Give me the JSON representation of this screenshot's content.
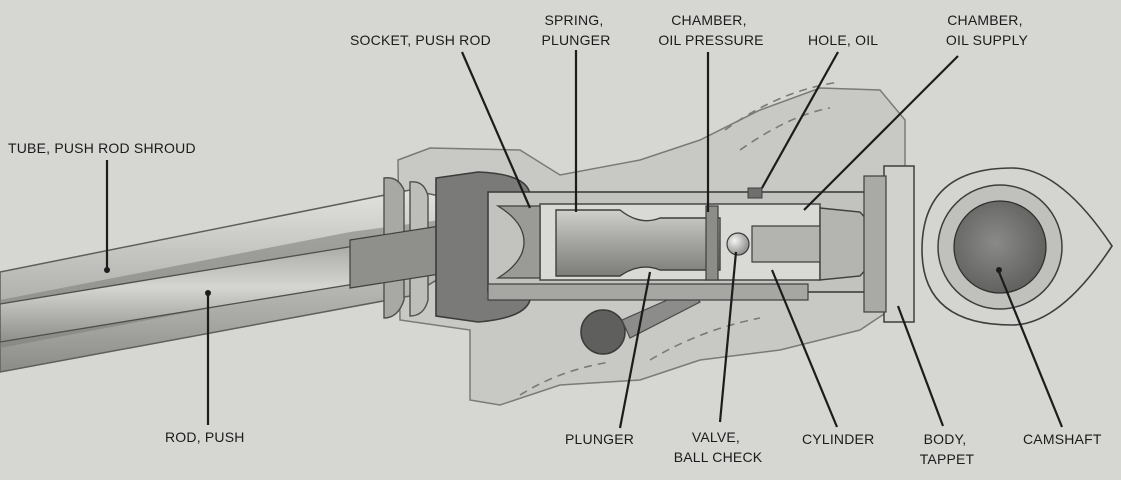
{
  "labels": {
    "tube_push_rod_shroud": "TUBE, PUSH ROD SHROUD",
    "socket_push_rod": "SOCKET, PUSH ROD",
    "spring_plunger": [
      "SPRING,",
      "PLUNGER"
    ],
    "chamber_oil_pressure": [
      "CHAMBER,",
      "OIL PRESSURE"
    ],
    "hole_oil": "HOLE, OIL",
    "chamber_oil_supply": [
      "CHAMBER,",
      "OIL SUPPLY"
    ],
    "rod_push": "ROD, PUSH",
    "plunger": "PLUNGER",
    "valve_ball_check": [
      "VALVE,",
      "BALL CHECK"
    ],
    "cylinder": "CYLINDER",
    "body_tappet": [
      "BODY,",
      "TAPPET"
    ],
    "camshaft": "CAMSHAFT"
  },
  "colors": {
    "background": "#d6d6d2",
    "housing": "#c9c9c6",
    "dark_metal": "#6e6e6c",
    "mid_metal": "#9a9a98",
    "light_metal": "#b9b9b7",
    "ink": "#1c1c1c"
  }
}
